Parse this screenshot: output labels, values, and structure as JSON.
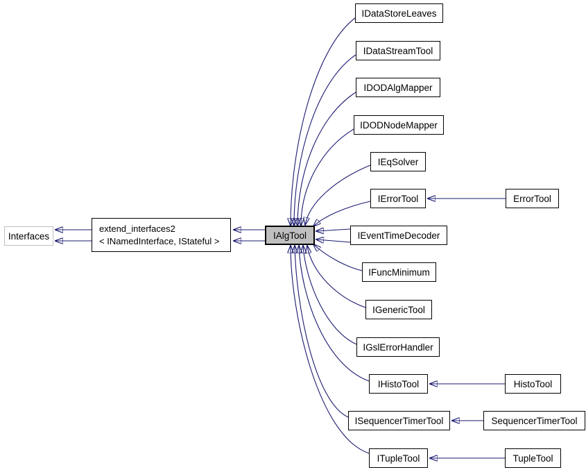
{
  "diagram": {
    "type": "inheritance-graph",
    "colors": {
      "background": "#ffffff",
      "edge": "#191970",
      "node_fill": "#ffffff",
      "node_border": "#000000",
      "current_node_fill": "#bfbfbf",
      "external_node_border": "#c0c0c0",
      "text": "#000000"
    },
    "nodes": [
      {
        "id": "Interfaces",
        "label": "Interfaces"
      },
      {
        "id": "extend_interfaces2",
        "label_line1": "extend_interfaces2",
        "label_line2": "< INamedInterface, IStateful >"
      },
      {
        "id": "IAlgTool",
        "label": "IAlgTool"
      },
      {
        "id": "IDataStoreLeaves",
        "label": "IDataStoreLeaves"
      },
      {
        "id": "IDataStreamTool",
        "label": "IDataStreamTool"
      },
      {
        "id": "IDODAlgMapper",
        "label": "IDODAlgMapper"
      },
      {
        "id": "IDODNodeMapper",
        "label": "IDODNodeMapper"
      },
      {
        "id": "IEqSolver",
        "label": "IEqSolver"
      },
      {
        "id": "IErrorTool",
        "label": "IErrorTool"
      },
      {
        "id": "IEventTimeDecoder",
        "label": "IEventTimeDecoder"
      },
      {
        "id": "IFuncMinimum",
        "label": "IFuncMinimum"
      },
      {
        "id": "IGenericTool",
        "label": "IGenericTool"
      },
      {
        "id": "IGslErrorHandler",
        "label": "IGslErrorHandler"
      },
      {
        "id": "IHistoTool",
        "label": "IHistoTool"
      },
      {
        "id": "ISequencerTimerTool",
        "label": "ISequencerTimerTool"
      },
      {
        "id": "ITupleTool",
        "label": "ITupleTool"
      },
      {
        "id": "ErrorTool",
        "label": "ErrorTool"
      },
      {
        "id": "HistoTool",
        "label": "HistoTool"
      },
      {
        "id": "SequencerTimerTool",
        "label": "SequencerTimerTool"
      },
      {
        "id": "TupleTool",
        "label": "TupleTool"
      }
    ],
    "edges": [
      {
        "from": "IAlgTool",
        "to": "extend_interfaces2",
        "arrows": 2
      },
      {
        "from": "extend_interfaces2",
        "to": "Interfaces",
        "arrows": 2
      },
      {
        "from": "IDataStoreLeaves",
        "to": "IAlgTool",
        "arrows": 1
      },
      {
        "from": "IDataStreamTool",
        "to": "IAlgTool",
        "arrows": 1
      },
      {
        "from": "IDODAlgMapper",
        "to": "IAlgTool",
        "arrows": 1
      },
      {
        "from": "IDODNodeMapper",
        "to": "IAlgTool",
        "arrows": 1
      },
      {
        "from": "IEqSolver",
        "to": "IAlgTool",
        "arrows": 1
      },
      {
        "from": "IErrorTool",
        "to": "IAlgTool",
        "arrows": 1
      },
      {
        "from": "IEventTimeDecoder",
        "to": "IAlgTool",
        "arrows": 2
      },
      {
        "from": "IFuncMinimum",
        "to": "IAlgTool",
        "arrows": 1
      },
      {
        "from": "IGenericTool",
        "to": "IAlgTool",
        "arrows": 1
      },
      {
        "from": "IGslErrorHandler",
        "to": "IAlgTool",
        "arrows": 1
      },
      {
        "from": "IHistoTool",
        "to": "IAlgTool",
        "arrows": 1
      },
      {
        "from": "ISequencerTimerTool",
        "to": "IAlgTool",
        "arrows": 1
      },
      {
        "from": "ITupleTool",
        "to": "IAlgTool",
        "arrows": 1
      },
      {
        "from": "ErrorTool",
        "to": "IErrorTool",
        "arrows": 1
      },
      {
        "from": "HistoTool",
        "to": "IHistoTool",
        "arrows": 1
      },
      {
        "from": "SequencerTimerTool",
        "to": "ISequencerTimerTool",
        "arrows": 1
      },
      {
        "from": "TupleTool",
        "to": "ITupleTool",
        "arrows": 1
      }
    ]
  }
}
